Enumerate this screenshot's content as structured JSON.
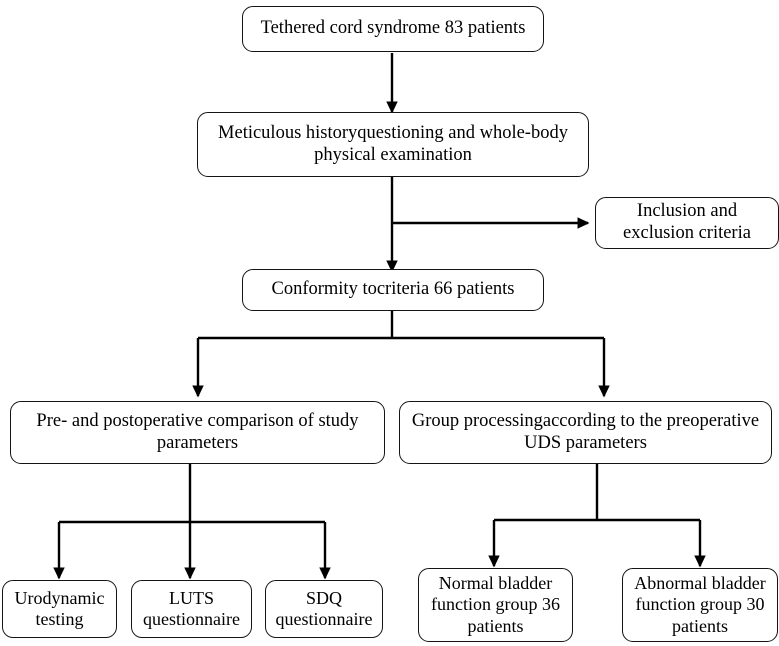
{
  "diagram": {
    "title": "Tethered cord syndrome patient flow diagram",
    "type": "flowchart",
    "colors": {
      "background": "#ffffff",
      "box_border": "#141414",
      "text": "#000000",
      "connector": "#000000"
    },
    "nodes": [
      {
        "id": "tethered-cord-syndrome",
        "label": "Tethered cord syndrome 83 patients",
        "count": 83
      },
      {
        "id": "history-and-examination",
        "label": "Meticulous historyquestioning and whole-body physical examination"
      },
      {
        "id": "inclusion-exclusion-criteria",
        "label": "Inclusion and exclusion criteria"
      },
      {
        "id": "conformity-to-criteria",
        "label": "Conformity tocriteria 66 patients",
        "count": 66
      },
      {
        "id": "pre-post-comparison",
        "label": "Pre- and postoperative comparison of study parameters"
      },
      {
        "id": "group-processing-uds",
        "label": "Group processingaccording to the preoperative UDS parameters"
      },
      {
        "id": "urodynamic-testing",
        "label": "Urodynamic testing"
      },
      {
        "id": "luts-questionnaire",
        "label": "LUTS questionnaire"
      },
      {
        "id": "sdq-questionnaire",
        "label": "SDQ questionnaire"
      },
      {
        "id": "normal-bladder-function-group",
        "label": "Normal bladder function group 36 patients",
        "count": 36
      },
      {
        "id": "abnormal-bladder-function-group",
        "label": "Abnormal bladder function group 30 patients",
        "count": 30
      }
    ],
    "edges": [
      {
        "from": "tethered-cord-syndrome",
        "to": "history-and-examination"
      },
      {
        "from": "history-and-examination",
        "to": "inclusion-exclusion-criteria"
      },
      {
        "from": "history-and-examination",
        "to": "conformity-to-criteria"
      },
      {
        "from": "conformity-to-criteria",
        "to": "pre-post-comparison"
      },
      {
        "from": "conformity-to-criteria",
        "to": "group-processing-uds"
      },
      {
        "from": "pre-post-comparison",
        "to": "urodynamic-testing"
      },
      {
        "from": "pre-post-comparison",
        "to": "luts-questionnaire"
      },
      {
        "from": "pre-post-comparison",
        "to": "sdq-questionnaire"
      },
      {
        "from": "group-processing-uds",
        "to": "normal-bladder-function-group"
      },
      {
        "from": "group-processing-uds",
        "to": "abnormal-bladder-function-group"
      }
    ]
  }
}
